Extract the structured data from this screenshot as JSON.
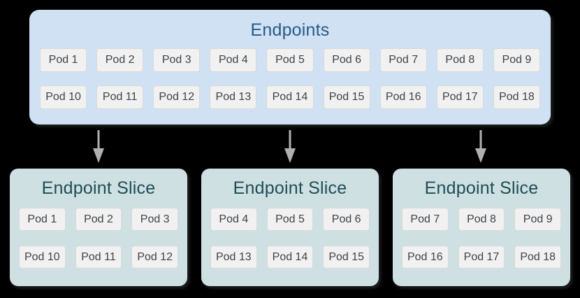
{
  "colors": {
    "page-bg": "#000000",
    "endpoints-bg": "#cfe1f3",
    "endpoints-title": "#2a5a87",
    "slice-bg": "#cfe0e2",
    "slice-title": "#1e4e56",
    "pod-bg": "#f1f1f1",
    "pod-border": "#d9d9d9",
    "pod-text": "#3f4347",
    "arrow-color": "#b0b0b0"
  },
  "endpoints": {
    "title": "Endpoints",
    "pods_row1": [
      "Pod 1",
      "Pod 2",
      "Pod 3",
      "Pod 4",
      "Pod 5",
      "Pod 6",
      "Pod 7",
      "Pod 8",
      "Pod 9"
    ],
    "pods_row2": [
      "Pod 10",
      "Pod 11",
      "Pod 12",
      "Pod 13",
      "Pod 14",
      "Pod 15",
      "Pod 16",
      "Pod 17",
      "Pod 18"
    ]
  },
  "slices": [
    {
      "title": "Endpoint Slice",
      "pods_row1": [
        "Pod 1",
        "Pod 2",
        "Pod 3"
      ],
      "pods_row2": [
        "Pod 10",
        "Pod 11",
        "Pod 12"
      ]
    },
    {
      "title": "Endpoint Slice",
      "pods_row1": [
        "Pod 4",
        "Pod 5",
        "Pod 6"
      ],
      "pods_row2": [
        "Pod 13",
        "Pod 14",
        "Pod 15"
      ]
    },
    {
      "title": "Endpoint Slice",
      "pods_row1": [
        "Pod 7",
        "Pod 8",
        "Pod 9"
      ],
      "pods_row2": [
        "Pod 16",
        "Pod 17",
        "Pod 18"
      ]
    }
  ]
}
